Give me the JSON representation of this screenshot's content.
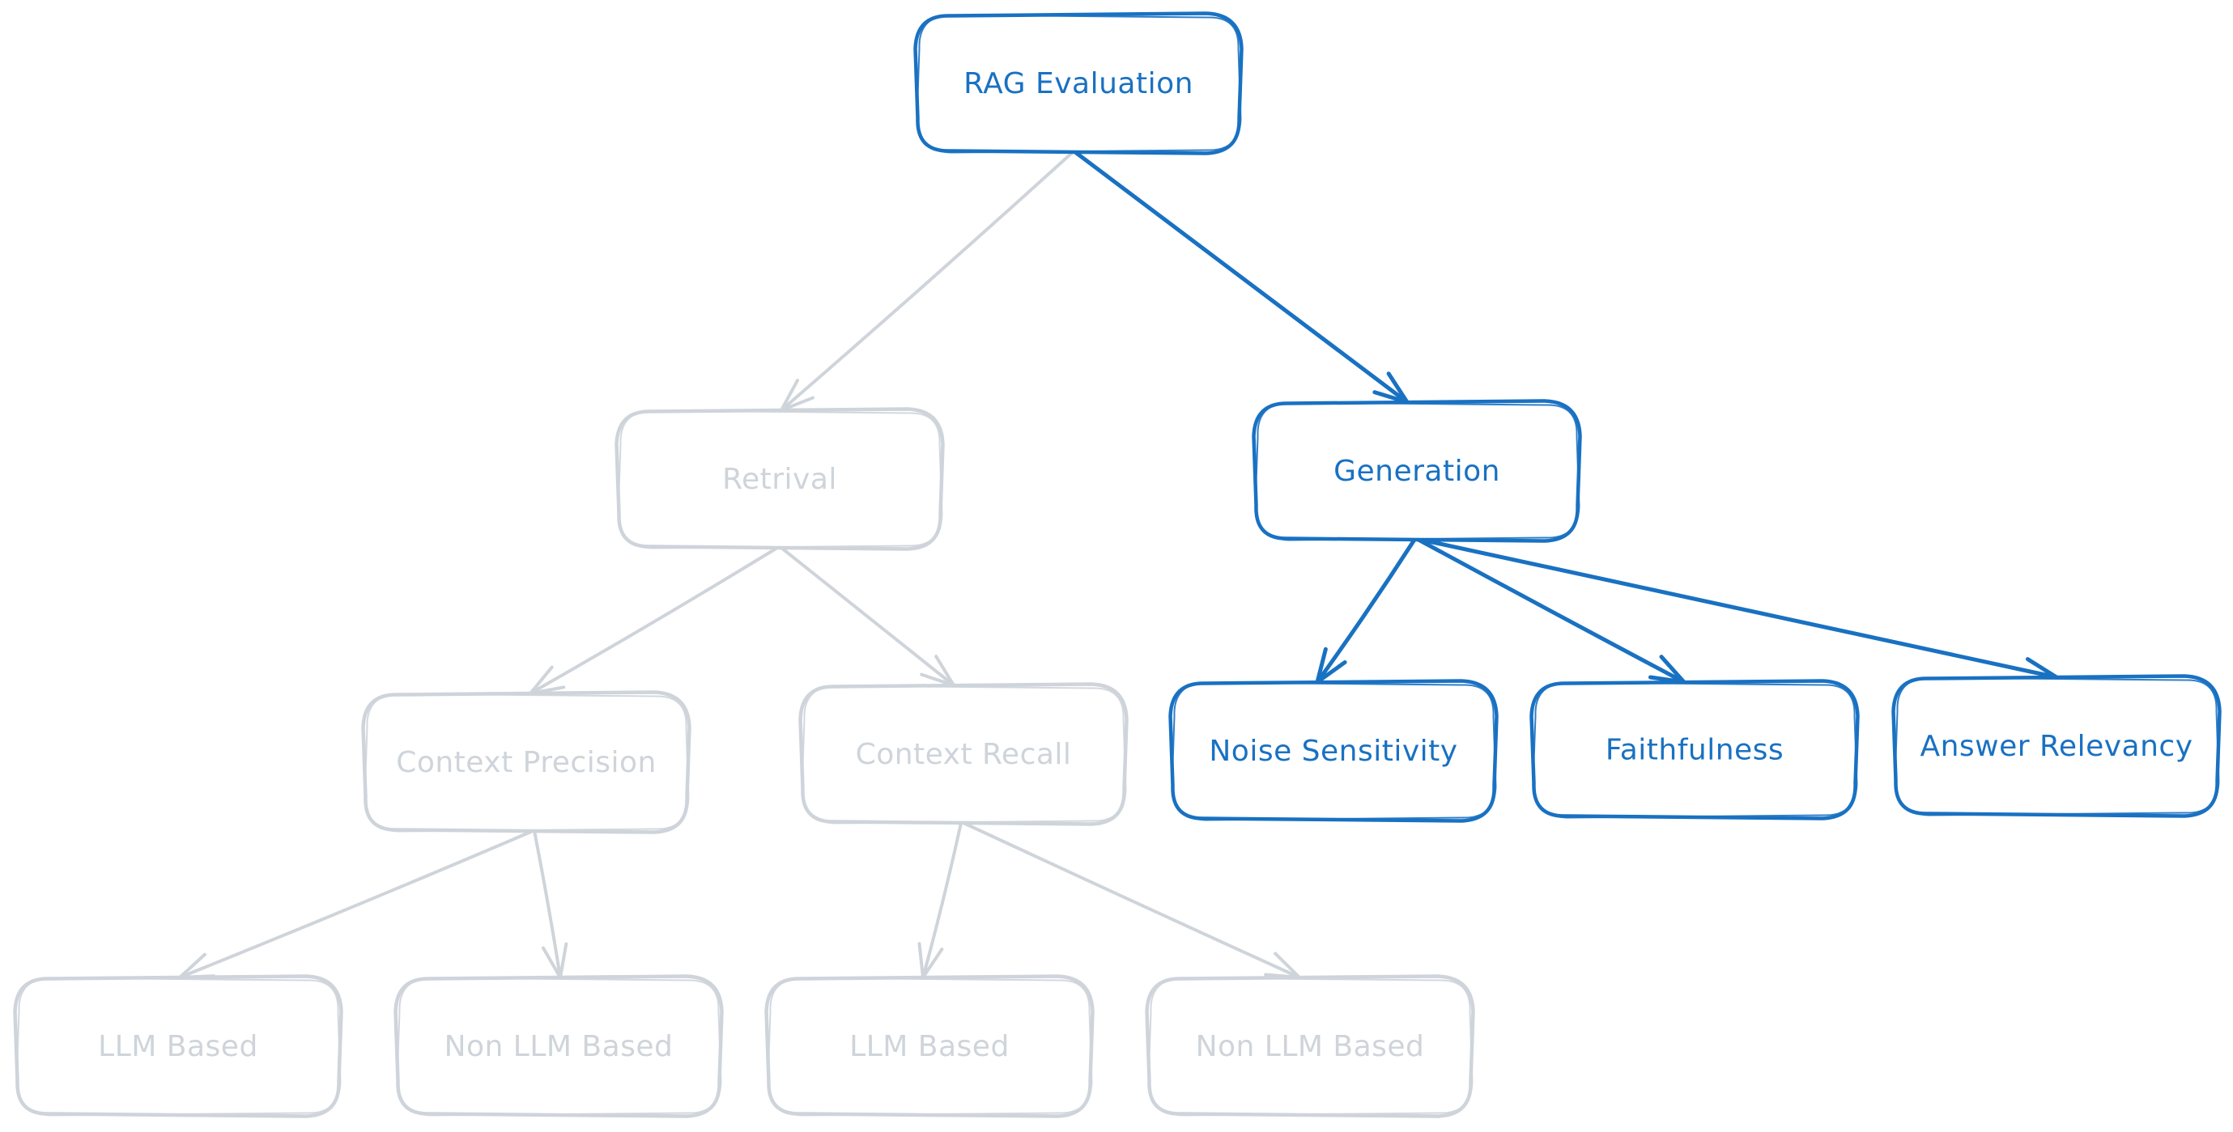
{
  "diagram": {
    "title": "RAG Evaluation",
    "colors": {
      "active": "#1971c2",
      "inactive": "#ced4da",
      "background": "#ffffff"
    },
    "nodes": [
      {
        "id": "rag-evaluation",
        "label": "RAG Evaluation",
        "state": "active"
      },
      {
        "id": "retrival",
        "label": "Retrival",
        "state": "inactive"
      },
      {
        "id": "generation",
        "label": "Generation",
        "state": "active"
      },
      {
        "id": "context-precision",
        "label": "Context Precision",
        "state": "inactive"
      },
      {
        "id": "context-recall",
        "label": "Context Recall",
        "state": "inactive"
      },
      {
        "id": "noise-sensitivity",
        "label": "Noise Sensitivity",
        "state": "active"
      },
      {
        "id": "faithfulness",
        "label": "Faithfulness",
        "state": "active"
      },
      {
        "id": "answer-relevancy",
        "label": "Answer Relevancy",
        "state": "active"
      },
      {
        "id": "precision-llm-based",
        "label": "LLM Based",
        "state": "inactive"
      },
      {
        "id": "precision-non-llm-based",
        "label": "Non LLM Based",
        "state": "inactive"
      },
      {
        "id": "recall-llm-based",
        "label": "LLM Based",
        "state": "inactive"
      },
      {
        "id": "recall-non-llm-based",
        "label": "Non LLM Based",
        "state": "inactive"
      }
    ],
    "edges": [
      {
        "from": "rag-evaluation",
        "to": "retrival",
        "state": "inactive"
      },
      {
        "from": "rag-evaluation",
        "to": "generation",
        "state": "active"
      },
      {
        "from": "retrival",
        "to": "context-precision",
        "state": "inactive"
      },
      {
        "from": "retrival",
        "to": "context-recall",
        "state": "inactive"
      },
      {
        "from": "generation",
        "to": "noise-sensitivity",
        "state": "active"
      },
      {
        "from": "generation",
        "to": "faithfulness",
        "state": "active"
      },
      {
        "from": "generation",
        "to": "answer-relevancy",
        "state": "active"
      },
      {
        "from": "context-precision",
        "to": "precision-llm-based",
        "state": "inactive"
      },
      {
        "from": "context-precision",
        "to": "precision-non-llm-based",
        "state": "inactive"
      },
      {
        "from": "context-recall",
        "to": "recall-llm-based",
        "state": "inactive"
      },
      {
        "from": "context-recall",
        "to": "recall-non-llm-based",
        "state": "inactive"
      }
    ]
  }
}
